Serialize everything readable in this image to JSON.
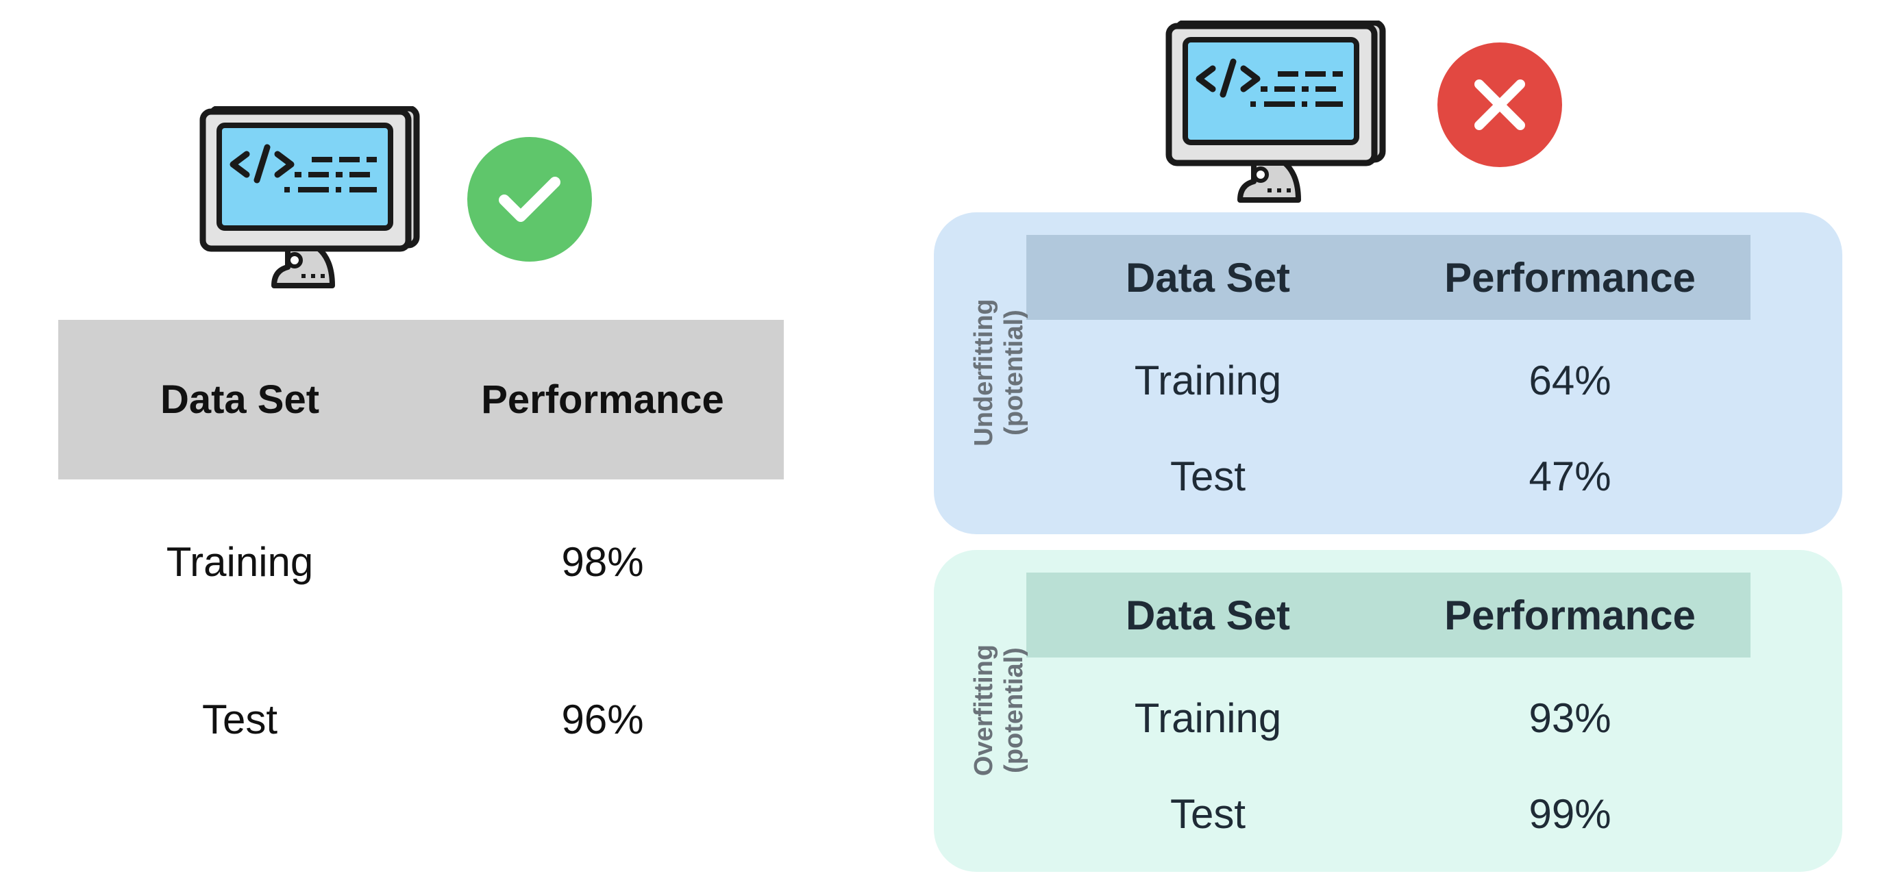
{
  "good_model": {
    "status_icon": "checkmark-icon",
    "status_color": "#5fc66b",
    "table": {
      "headers": [
        "Data Set",
        "Performance"
      ],
      "rows": [
        {
          "data_set": "Training",
          "performance": "98%"
        },
        {
          "data_set": "Test",
          "performance": "96%"
        }
      ]
    }
  },
  "bad_model": {
    "status_icon": "cross-icon",
    "status_color": "#e24841",
    "underfitting": {
      "label_line1": "Underfitting",
      "label_line2": "(potential)",
      "panel_color": "#d3e6f8",
      "header_color": "#b1c8dc",
      "headers": [
        "Data Set",
        "Performance"
      ],
      "rows": [
        {
          "data_set": "Training",
          "performance": "64%"
        },
        {
          "data_set": "Test",
          "performance": "47%"
        }
      ]
    },
    "overfitting": {
      "label_line1": "Overfitting",
      "label_line2": "(potential)",
      "panel_color": "#dff8f1",
      "header_color": "#bae0d5",
      "headers": [
        "Data Set",
        "Performance"
      ],
      "rows": [
        {
          "data_set": "Training",
          "performance": "93%"
        },
        {
          "data_set": "Test",
          "performance": "99%"
        }
      ]
    }
  },
  "icon_names": {
    "monitor": "code-monitor-icon",
    "check": "checkmark-icon",
    "cross": "cross-icon"
  }
}
